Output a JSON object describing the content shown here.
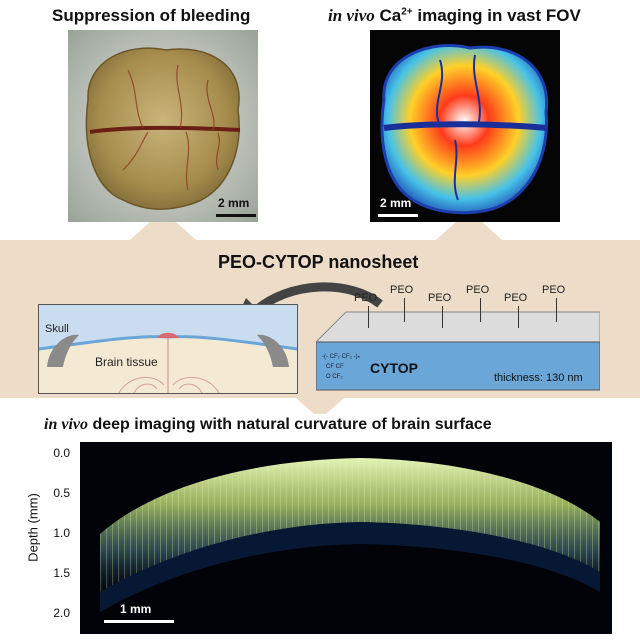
{
  "top_left": {
    "title": "Suppression of bleeding",
    "scale_label": "2 mm"
  },
  "top_right": {
    "title_italic": "in vivo",
    "title_ca": "Ca",
    "title_sup": "2+",
    "title_rest": "imaging in vast FOV",
    "scale_label": "2 mm"
  },
  "middle": {
    "title": "PEO-CYTOP nanosheet",
    "brain_panel": {
      "skull_label": "Skull",
      "tissue_label": "Brain tissue"
    },
    "sheet_panel": {
      "peo_labels": [
        "PEO",
        "PEO",
        "PEO",
        "PEO",
        "PEO",
        "PEO"
      ],
      "cytop_label": "CYTOP",
      "thickness_label": "thickness: 130 nm"
    }
  },
  "bottom": {
    "title_italic": "in vivo",
    "title_rest": "deep imaging with natural curvature of brain surface",
    "ylabel": "Depth (mm)",
    "yticks": [
      "0.0",
      "0.5",
      "1.0",
      "1.5",
      "2.0"
    ],
    "scale_label": "1 mm"
  },
  "colors": {
    "band": "#ecdcc8",
    "cytop_blue": "#6aa6d8",
    "peo_gray": "#dcdcdc",
    "neuron_green": "#d8f08a"
  }
}
